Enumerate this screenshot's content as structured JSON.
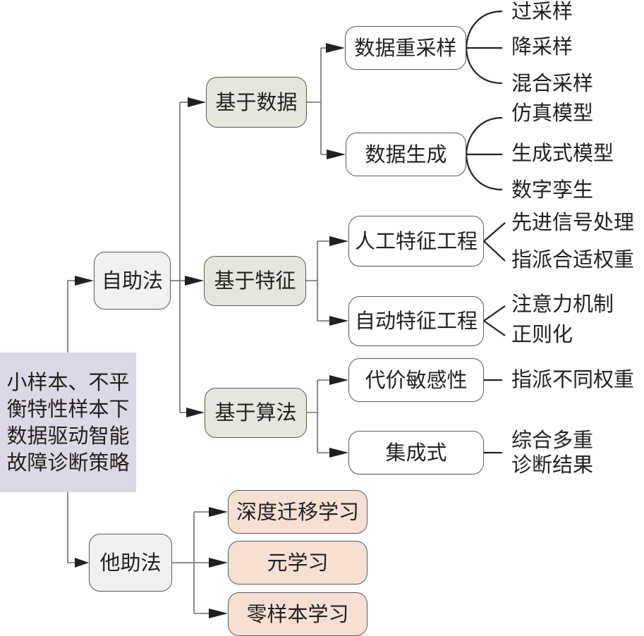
{
  "title": "小样本、不平衡特性样本下数据驱动智能故障诊断策略",
  "root": {
    "lines": [
      "小样本、不平",
      "衡特性样本下",
      "数据驱动智能",
      "故障诊断策略"
    ]
  },
  "colors": {
    "root_fill": "#dcd9e6",
    "level1_fill": "#f1f1f1",
    "level2_fill": "#e5e7de",
    "level3_fill": "#ffffff",
    "transfer_fill": "#f5e0d3",
    "line": "#6d6d6d",
    "arrow": "#231f20"
  },
  "self_help": {
    "label": "自助法",
    "data_based": {
      "label": "基于数据",
      "resampling": {
        "label": "数据重采样",
        "items": [
          "过采样",
          "降采样",
          "混合采样"
        ]
      },
      "generation": {
        "label": "数据生成",
        "items": [
          "仿真模型",
          "生成式模型",
          "数字孪生"
        ]
      }
    },
    "feature_based": {
      "label": "基于特征",
      "manual": {
        "label": "人工特征工程",
        "items": [
          "先进信号处理",
          "指派合适权重"
        ]
      },
      "automatic": {
        "label": "自动特征工程",
        "items": [
          "注意力机制",
          "正则化"
        ]
      }
    },
    "algorithm_based": {
      "label": "基于算法",
      "cost_sensitive": {
        "label": "代价敏感性",
        "items": [
          "指派不同权重"
        ]
      },
      "ensemble": {
        "label": "集成式",
        "lines": [
          "综合多重",
          "诊断结果"
        ]
      }
    }
  },
  "other_help": {
    "label": "他助法",
    "items": [
      "深度迁移学习",
      "元学习",
      "零样本学习"
    ]
  }
}
